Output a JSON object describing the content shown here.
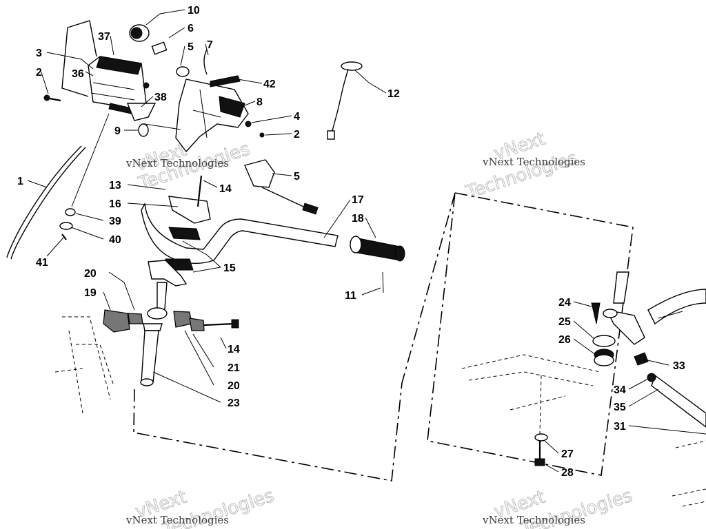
{
  "callouts": {
    "c1": "1",
    "c2a": "2",
    "c2b": "2",
    "c3": "3",
    "c4": "4",
    "c5a": "5",
    "c5b": "5",
    "c6": "6",
    "c7": "7",
    "c8": "8",
    "c9": "9",
    "c10": "10",
    "c11": "11",
    "c12": "12",
    "c13": "13",
    "c14a": "14",
    "c14b": "14",
    "c15": "15",
    "c16": "16",
    "c17": "17",
    "c18": "18",
    "c19": "19",
    "c20a": "20",
    "c20b": "20",
    "c21": "21",
    "c23": "23",
    "c24": "24",
    "c25": "25",
    "c26": "26",
    "c27": "27",
    "c28": "28",
    "c31": "31",
    "c33": "33",
    "c34": "34",
    "c35": "35",
    "c36": "36",
    "c37": "37",
    "c38": "38",
    "c39": "39",
    "c40": "40",
    "c41": "41",
    "c42": "42"
  },
  "watermark": {
    "line1": "vNext Technologies",
    "line2": "Technologies",
    "line3": "vNext"
  }
}
